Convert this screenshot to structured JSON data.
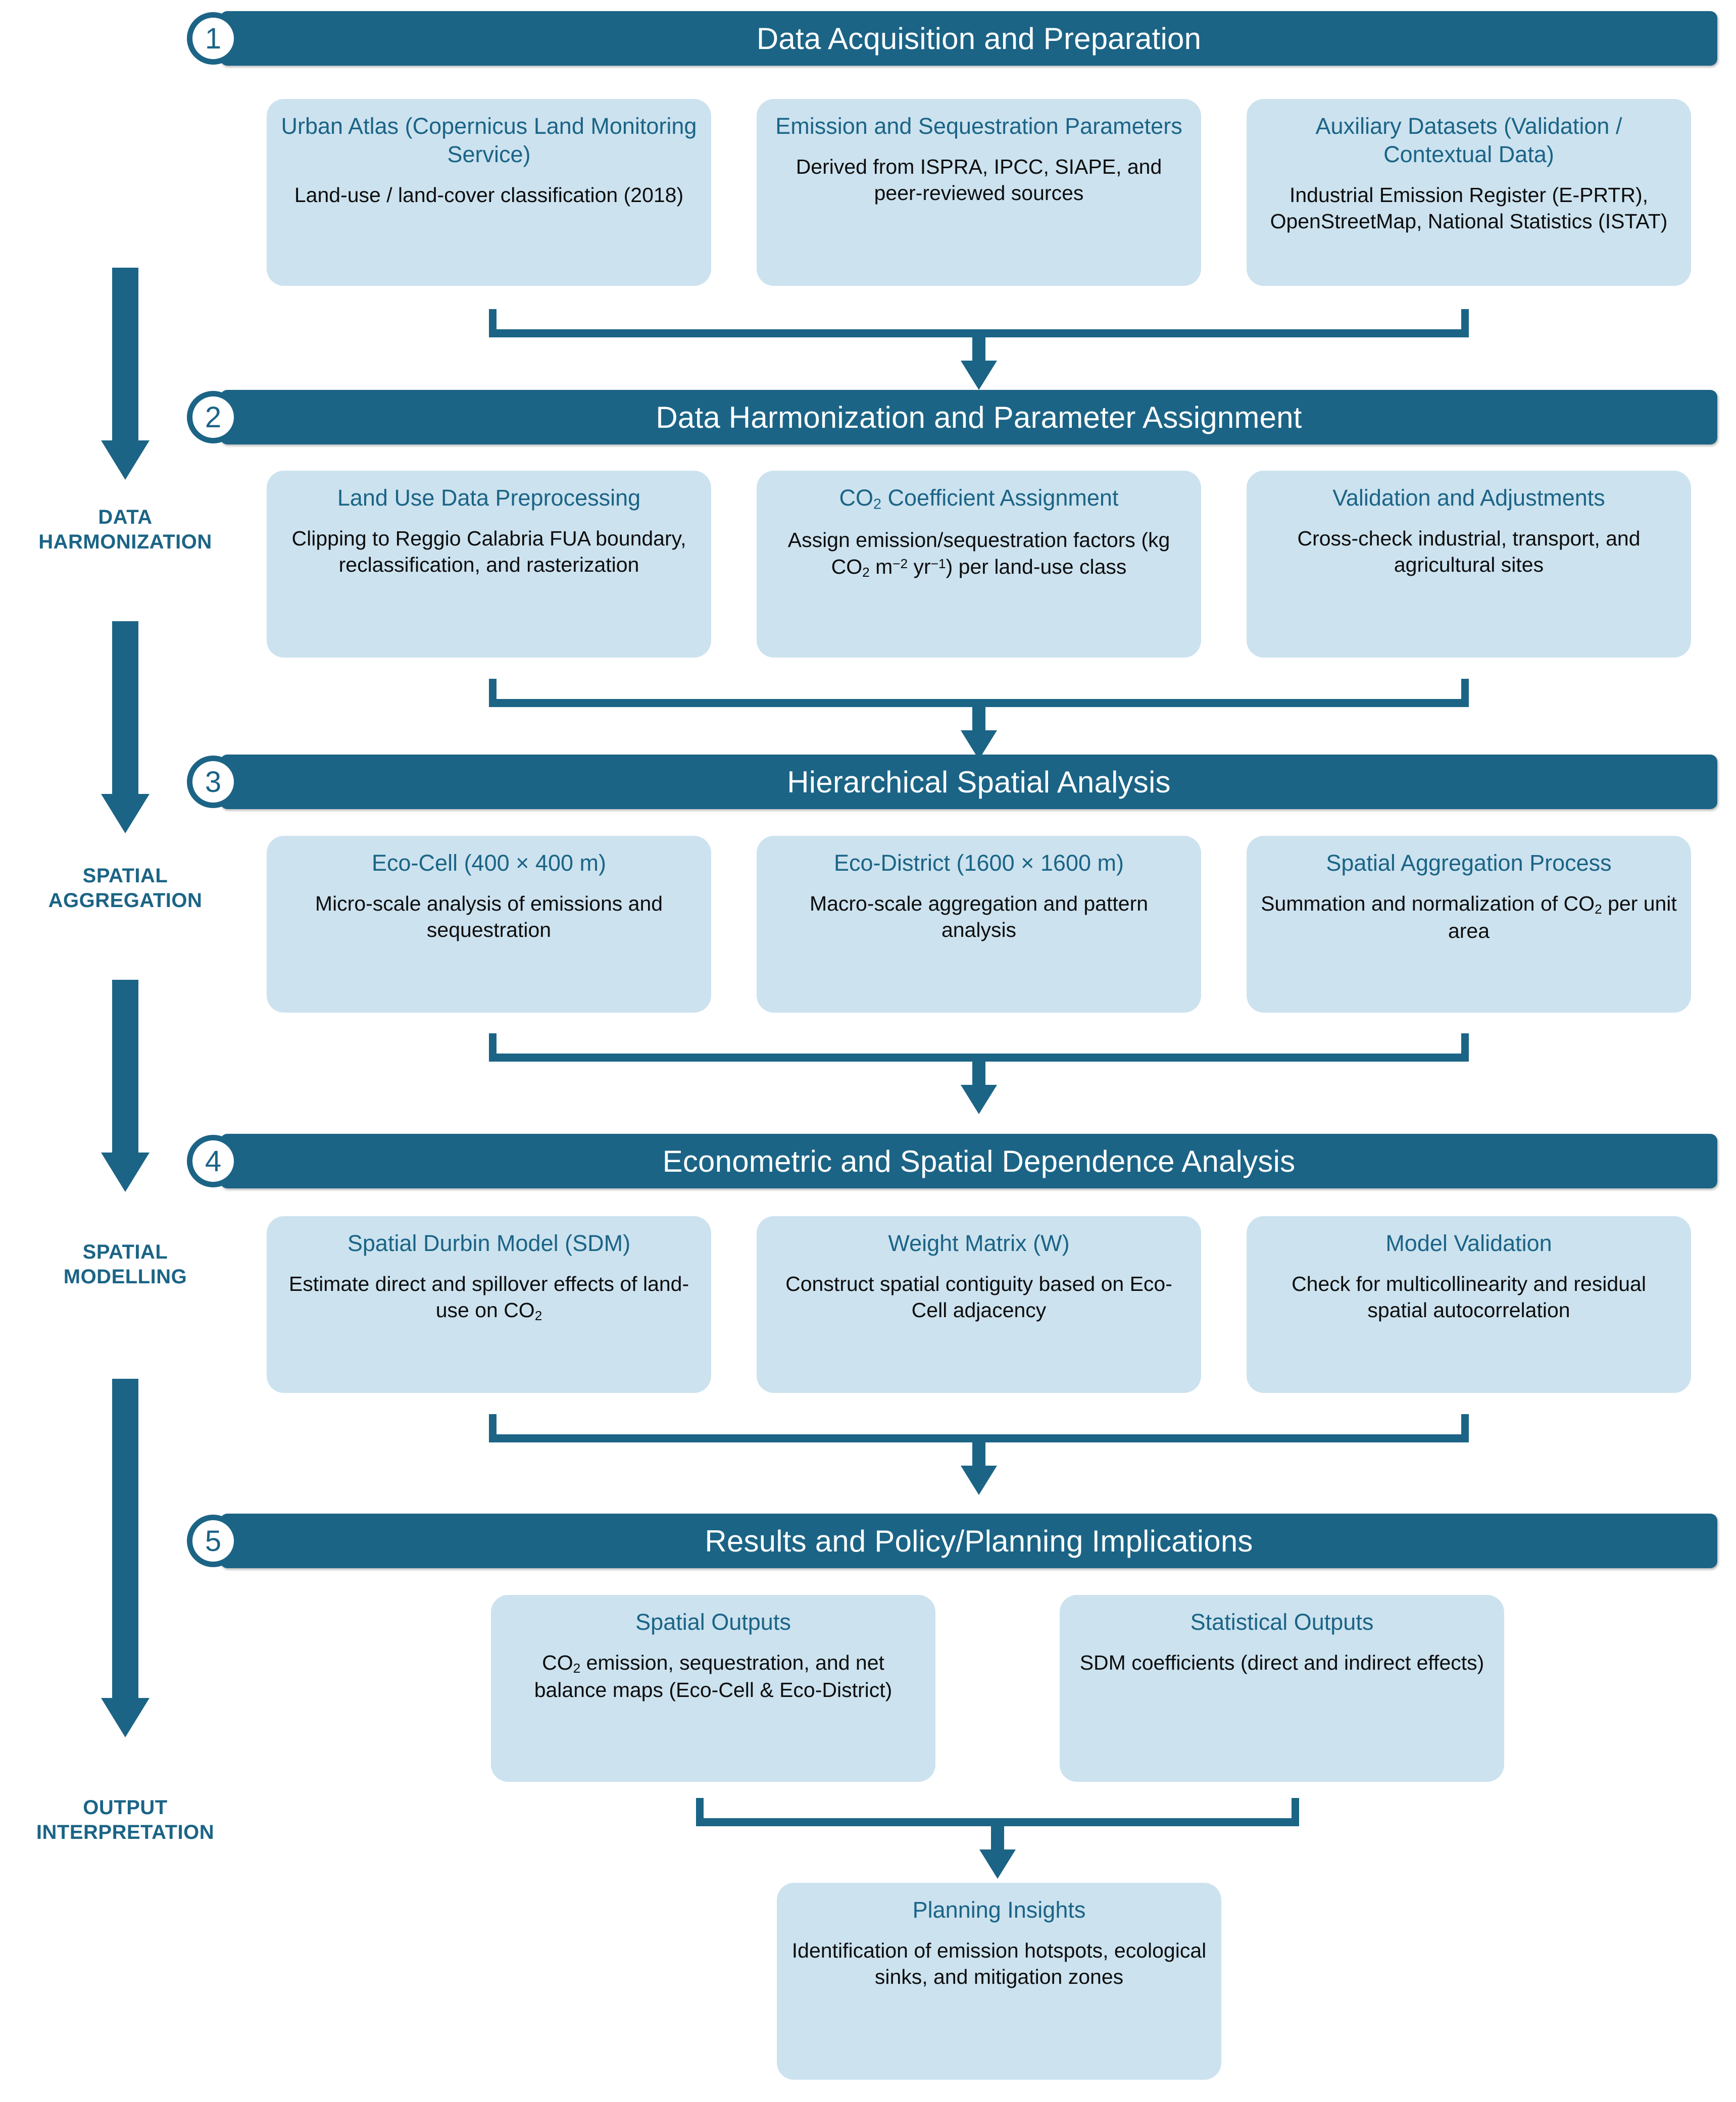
{
  "rail": {
    "labels": [
      {
        "line1": "DATA",
        "line2": "HARMONIZATION"
      },
      {
        "line1": "SPATIAL",
        "line2": "AGGREGATION"
      },
      {
        "line1": "SPATIAL",
        "line2": "MODELLING"
      },
      {
        "line1": "OUTPUT",
        "line2": "INTERPRETATION"
      }
    ]
  },
  "colors": {
    "primary_teal": "#1b6486",
    "card_fill": "#cce2ef",
    "card_title": "#1b6486",
    "card_body": "#0d0d0d",
    "header_text": "#ffffff",
    "background": "#ffffff"
  },
  "stages": [
    {
      "number": "1",
      "title": "Data Acquisition and Preparation",
      "cards": [
        {
          "title": "Urban Atlas (Copernicus Land Monitoring Service)",
          "body": "Land-use / land-cover classification (2018)"
        },
        {
          "title": "Emission and Sequestration Parameters",
          "body": "Derived from ISPRA, IPCC, SIAPE, and peer-reviewed sources"
        },
        {
          "title": "Auxiliary Datasets (Validation / Contextual Data)",
          "body": "Industrial Emission Register (E-PRTR), OpenStreetMap, National Statistics (ISTAT)"
        }
      ]
    },
    {
      "number": "2",
      "title": "Data Harmonization and Parameter Assignment",
      "cards": [
        {
          "title": "Land Use Data Preprocessing",
          "body": "Clipping to Reggio Calabria FUA boundary, reclassification, and rasterization"
        },
        {
          "title_html": "CO<sub>2</sub> Coefficient Assignment",
          "title": "CO2 Coefficient Assignment",
          "body_html": "Assign emission/sequestration factors (kg CO<sub>2</sub> m<sup>−2</sup> yr<sup>−1</sup>) per land-use class",
          "body": "Assign emission/sequestration factors (kg CO2 m-2 yr-1) per land-use class"
        },
        {
          "title": "Validation and Adjustments",
          "body": "Cross-check industrial, transport, and agricultural sites"
        }
      ]
    },
    {
      "number": "3",
      "title": "Hierarchical Spatial Analysis",
      "cards": [
        {
          "title": "Eco-Cell (400 × 400 m)",
          "body": "Micro-scale analysis of emissions and sequestration"
        },
        {
          "title": "Eco-District (1600 × 1600 m)",
          "body": "Macro-scale aggregation and pattern analysis"
        },
        {
          "title": "Spatial Aggregation Process",
          "body_html": "Summation and normalization of CO<sub>2</sub> per unit area",
          "body": "Summation and normalization of CO2 per unit area"
        }
      ]
    },
    {
      "number": "4",
      "title": "Econometric and Spatial Dependence Analysis",
      "cards": [
        {
          "title": "Spatial Durbin Model (SDM)",
          "body_html": "Estimate direct and spillover effects of land-use on CO<sub>2</sub>",
          "body": "Estimate direct and spillover effects of land-use on CO2"
        },
        {
          "title": "Weight Matrix (W)",
          "body": "Construct spatial contiguity based on Eco-Cell adjacency"
        },
        {
          "title": "Model Validation",
          "body": "Check for multicollinearity and residual spatial autocorrelation"
        }
      ]
    },
    {
      "number": "5",
      "title": "Results and Policy/Planning Implications",
      "cards": [
        {
          "title": "Spatial Outputs",
          "body_html": "CO<sub>2</sub> emission, sequestration, and net balance maps (Eco-Cell &amp; Eco-District)",
          "body": "CO2 emission, sequestration, and net balance maps (Eco-Cell & Eco-District)"
        },
        {
          "title": "Statistical Outputs",
          "body": "SDM coefficients (direct and indirect effects)"
        }
      ]
    }
  ],
  "final_card": {
    "title": "Planning Insights",
    "body": "Identification of emission hotspots, ecological sinks, and mitigation zones"
  }
}
